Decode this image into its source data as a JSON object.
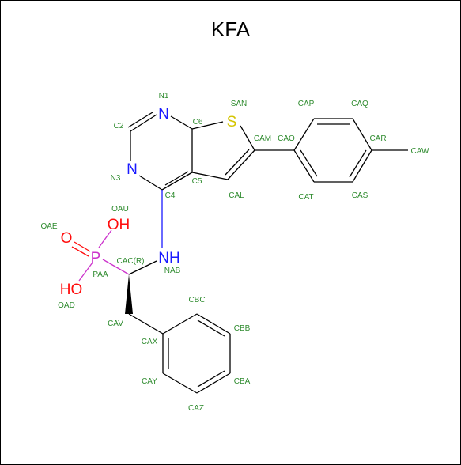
{
  "title": "KFA",
  "colors": {
    "nitrogen": "#1a1aff",
    "oxygen": "#ff0d0d",
    "sulfur": "#d4c400",
    "phosphorus": "#cc33cc",
    "label": "#2e8b2e",
    "bond": "#000000"
  },
  "elements": {
    "n1": "N",
    "n3": "N",
    "s": "S",
    "nh": "NH",
    "p": "P",
    "o_double": "O",
    "oh_top": "OH",
    "oh_bottom": "HO"
  },
  "atom_labels": {
    "n1": "N1",
    "c2": "C2",
    "n3": "N3",
    "c4": "C4",
    "c5": "C5",
    "c6": "C6",
    "san": "SAN",
    "cam": "CAM",
    "cal": "CAL",
    "cao": "CAO",
    "cap": "CAP",
    "caq": "CAQ",
    "car": "CAR",
    "caw": "CAW",
    "cas": "CAS",
    "cat": "CAT",
    "nab": "NAB",
    "cac": "CAC(R)",
    "paa": "PAA",
    "oau": "OAU",
    "oae": "OAE",
    "oad": "OAD",
    "cav": "CAV",
    "cax": "CAX",
    "cbc": "CBC",
    "cbb": "CBB",
    "cba": "CBA",
    "caz": "CAZ",
    "cay": "CAY"
  }
}
